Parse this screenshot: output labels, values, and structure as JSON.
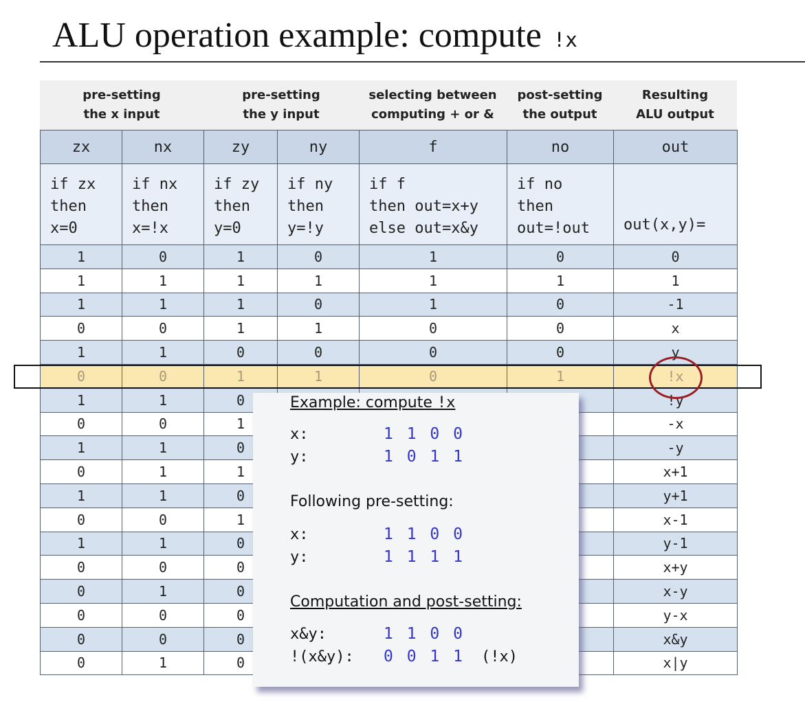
{
  "title": {
    "text": "ALU operation example: compute",
    "code": "!x"
  },
  "groups": [
    {
      "line1": "pre-setting",
      "line2": "the x input"
    },
    {
      "line1": "pre-setting",
      "line2": "the y input"
    },
    {
      "line1": "selecting between",
      "line2": "computing + or &"
    },
    {
      "line1": "post-setting",
      "line2": "the output"
    },
    {
      "line1": "Resulting",
      "line2": "ALU output"
    }
  ],
  "columns": [
    "zx",
    "nx",
    "zy",
    "ny",
    "f",
    "no",
    "out"
  ],
  "descriptions": [
    "if zx\nthen\nx=0",
    "if nx\nthen\nx=!x",
    "if zy\nthen\ny=0",
    "if ny\nthen\ny=!y",
    "if f\nthen out=x+y\nelse out=x&y",
    "if no\nthen\nout=!out",
    "out(x,y)="
  ],
  "rows": [
    [
      "1",
      "0",
      "1",
      "0",
      "1",
      "0",
      "0"
    ],
    [
      "1",
      "1",
      "1",
      "1",
      "1",
      "1",
      "1"
    ],
    [
      "1",
      "1",
      "1",
      "0",
      "1",
      "0",
      "-1"
    ],
    [
      "0",
      "0",
      "1",
      "1",
      "0",
      "0",
      "x"
    ],
    [
      "1",
      "1",
      "0",
      "0",
      "0",
      "0",
      "y"
    ],
    [
      "0",
      "0",
      "1",
      "1",
      "0",
      "1",
      "!x"
    ],
    [
      "1",
      "1",
      "0",
      "",
      "",
      "",
      "!y"
    ],
    [
      "0",
      "0",
      "1",
      "",
      "",
      "",
      "-x"
    ],
    [
      "1",
      "1",
      "0",
      "",
      "",
      "",
      "-y"
    ],
    [
      "0",
      "1",
      "1",
      "",
      "",
      "",
      "x+1"
    ],
    [
      "1",
      "1",
      "0",
      "",
      "",
      "",
      "y+1"
    ],
    [
      "0",
      "0",
      "1",
      "",
      "",
      "",
      "x-1"
    ],
    [
      "1",
      "1",
      "0",
      "",
      "",
      "",
      "y-1"
    ],
    [
      "0",
      "0",
      "0",
      "",
      "",
      "",
      "x+y"
    ],
    [
      "0",
      "1",
      "0",
      "",
      "",
      "",
      "x-y"
    ],
    [
      "0",
      "0",
      "0",
      "",
      "",
      "",
      "y-x"
    ],
    [
      "0",
      "0",
      "0",
      "",
      "",
      "",
      "x&y"
    ],
    [
      "0",
      "1",
      "0",
      "",
      "",
      "",
      "x|y"
    ]
  ],
  "highlight_row": 5,
  "popup": {
    "heading1_text": "Example: compute",
    "heading1_code": "!x",
    "x1_label": "x:",
    "x1_value": "1 1 0 0",
    "y1_label": "y:",
    "y1_value": "1 0 1 1",
    "heading2": "Following pre-setting:",
    "x2_label": "x:",
    "x2_value": "1 1 0 0",
    "y2_label": "y:",
    "y2_value": "1 1 1 1",
    "heading3": "Computation and post-setting:",
    "and_label": "x&y:",
    "and_value": "1 1 0 0",
    "not_label": "!(x&y):",
    "not_value": "0 0 1 1",
    "not_note": "(!x)"
  },
  "colors": {
    "header_bg": "#c8d6e8",
    "stripe": "#d6e1ef",
    "highlight": "#fae8b0",
    "popup_digits": "#3535c8",
    "circle": "#9a1e24"
  }
}
